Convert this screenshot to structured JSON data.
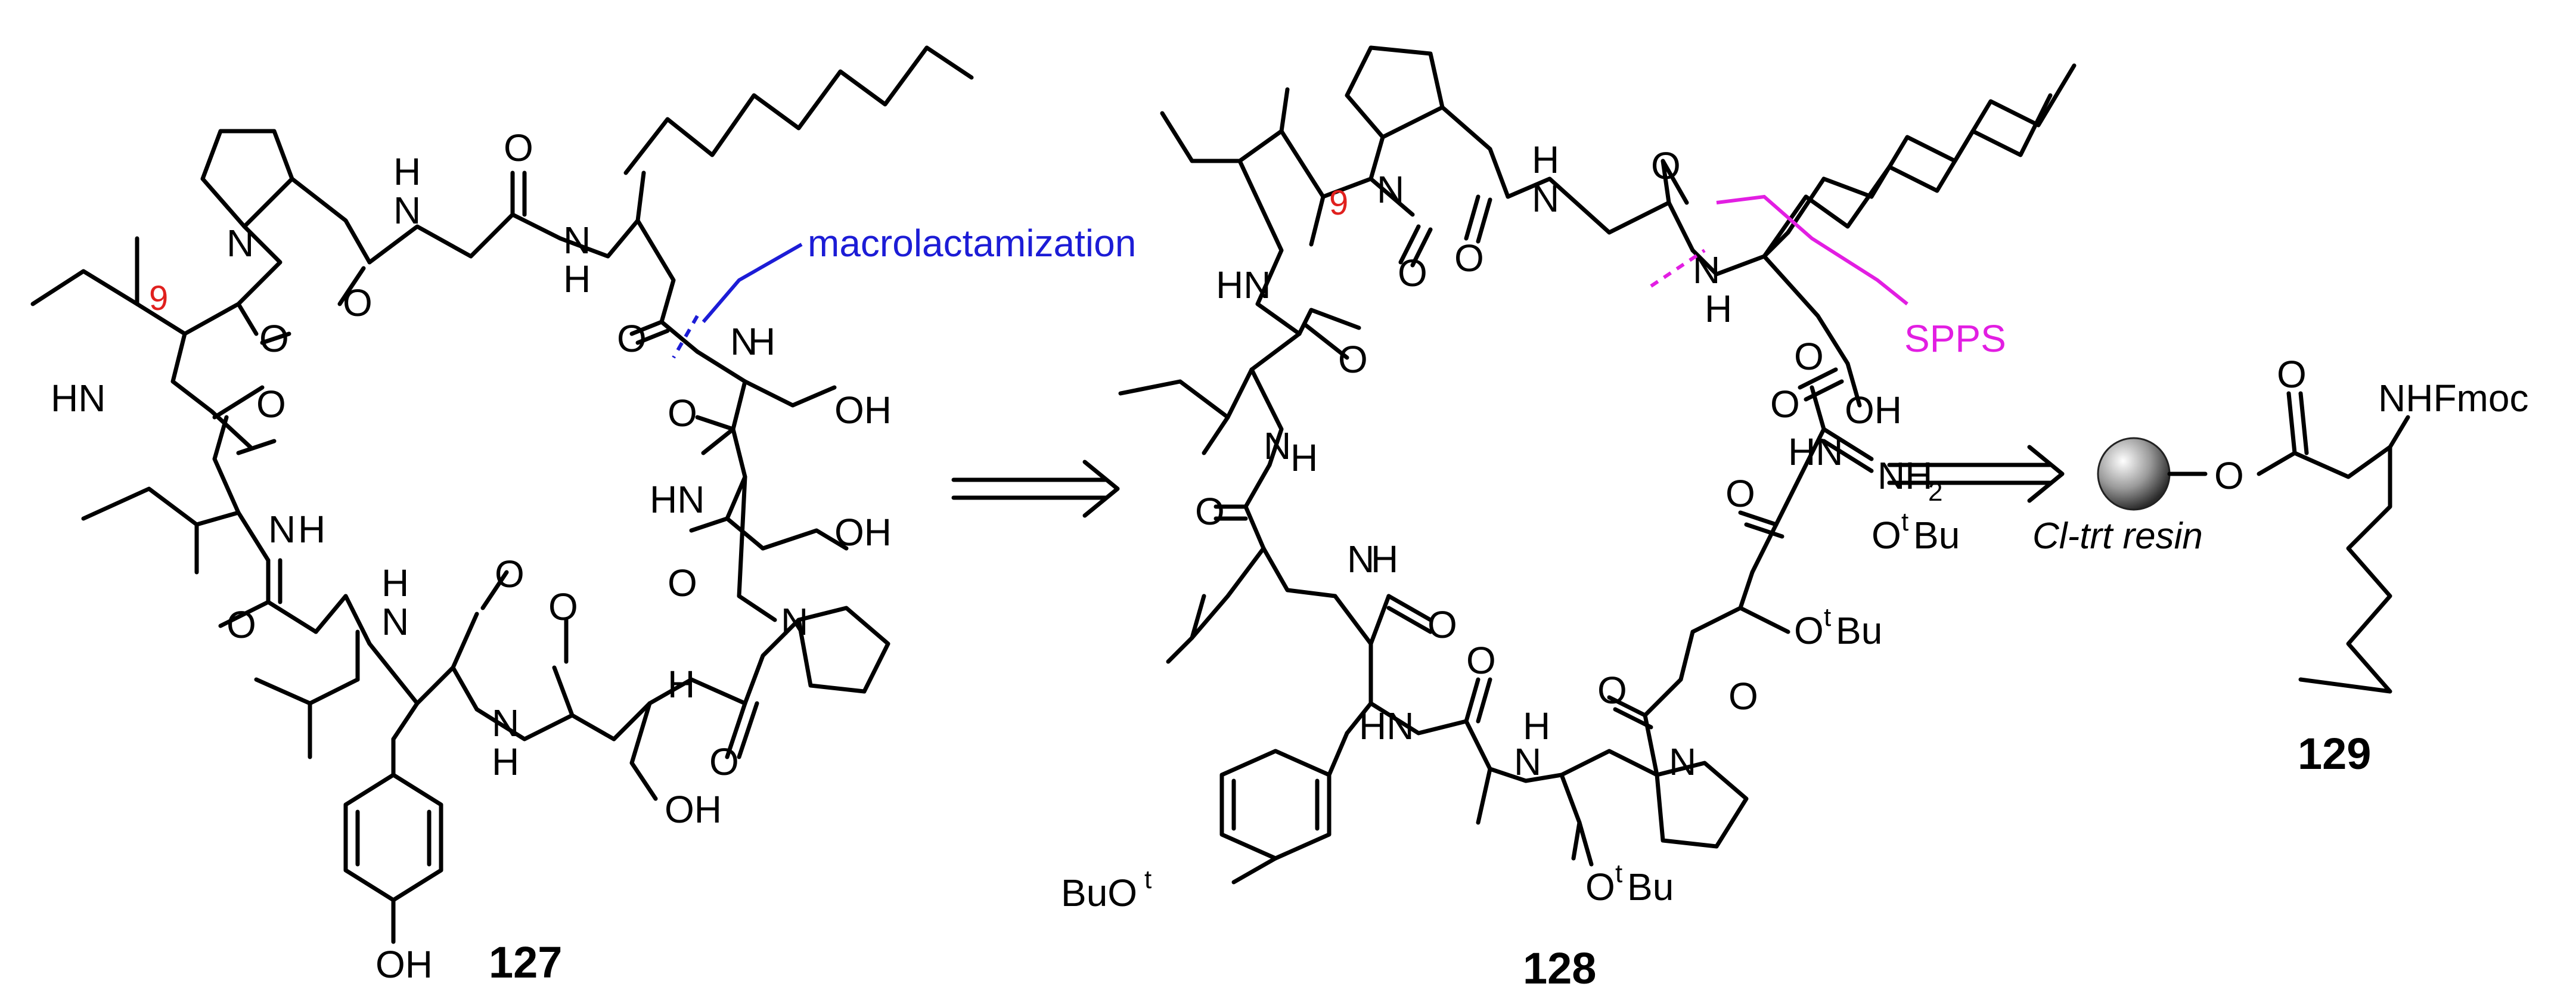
{
  "labels": {
    "compound_127": "127",
    "compound_128": "128",
    "compound_129": "129",
    "macrolactamization": "macrolactamization",
    "spps": "SPPS",
    "resin": "Cl-trt resin",
    "stereo_9a": "9",
    "stereo_9b": "9"
  },
  "atoms": {
    "nh": "H",
    "n": "N",
    "o": "O",
    "hn": "HN",
    "oh": "OH",
    "bu": "Bu",
    "t": "t",
    "buo": "BuO",
    "nh2": "NH",
    "two": "2",
    "nhfmoc": "NHFmoc"
  },
  "colors": {
    "bond": "#000000",
    "macrolactamization": "#1c1cd6",
    "spps": "#e21ee2",
    "stereocenter": "#e0201e"
  }
}
